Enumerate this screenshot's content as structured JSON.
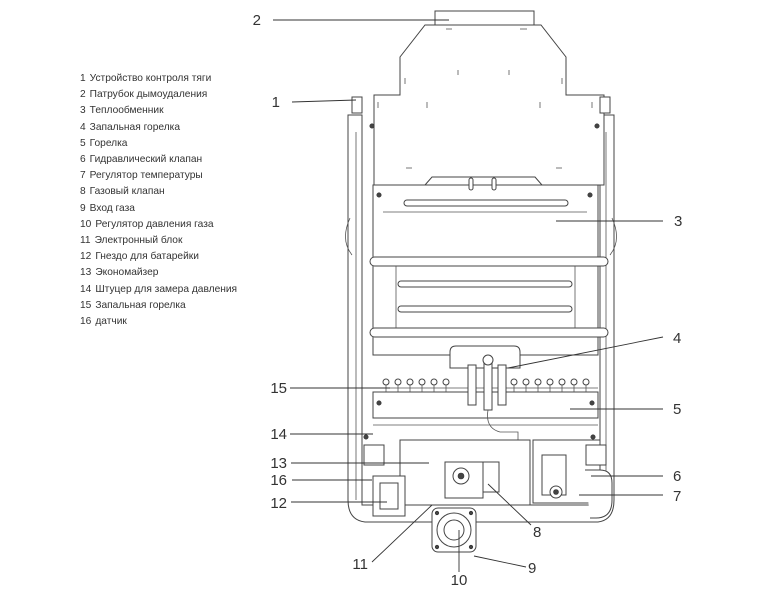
{
  "figure": {
    "type": "gas water heater component diagram",
    "legend": [
      {
        "num": "1",
        "label": "Устройство контроля тяги"
      },
      {
        "num": "2",
        "label": "Патрубок дымоудаления"
      },
      {
        "num": "3",
        "label": "Теплообменник"
      },
      {
        "num": "4",
        "label": "Запальная горелка"
      },
      {
        "num": "5",
        "label": "Горелка"
      },
      {
        "num": "6",
        "label": "Гидравлический клапан"
      },
      {
        "num": "7",
        "label": "Регулятор температуры"
      },
      {
        "num": "8",
        "label": "Газовый клапан"
      },
      {
        "num": "9",
        "label": "Вход газа"
      },
      {
        "num": "10",
        "label": "Регулятор давления газа"
      },
      {
        "num": "11",
        "label": "Электронный блок"
      },
      {
        "num": "12",
        "label": "Гнездо для батарейки"
      },
      {
        "num": "13",
        "label": "Экономайзер"
      },
      {
        "num": "14",
        "label": "Штуцер для замера давления"
      },
      {
        "num": "15",
        "label": "Запальная горелка"
      },
      {
        "num": "16",
        "label": "датчик"
      }
    ],
    "callouts": [
      "1",
      "2",
      "3",
      "4",
      "5",
      "6",
      "7",
      "8",
      "9",
      "10",
      "11",
      "12",
      "13",
      "14",
      "15",
      "16"
    ]
  }
}
